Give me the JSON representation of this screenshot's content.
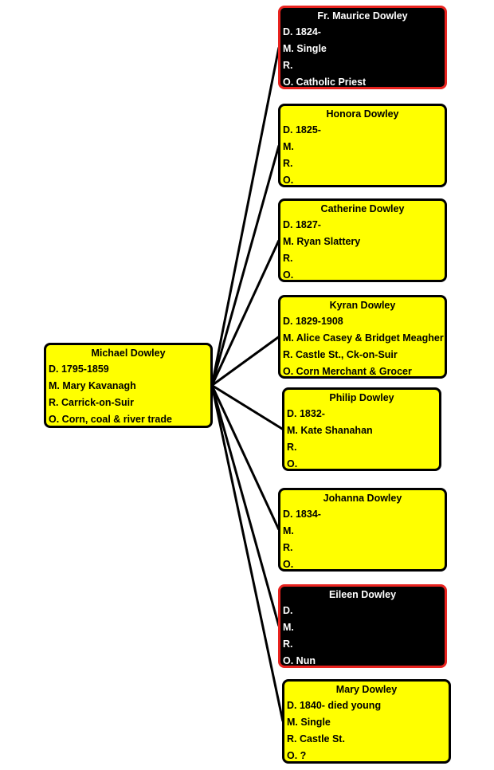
{
  "root": {
    "name": "Michael Dowley",
    "d": "D. 1795-1859",
    "m": "M. Mary Kavanagh",
    "r": "R. Carrick-on-Suir",
    "o": "O. Corn, coal & river trade"
  },
  "children": [
    {
      "name": "Fr. Maurice Dowley",
      "d": "D.  1824-",
      "m": "M. Single",
      "r": "R.",
      "o": "O. Catholic Priest",
      "style": "dark"
    },
    {
      "name": "Honora Dowley",
      "d": "D. 1825-",
      "m": "M.",
      "r": "R.",
      "o": "O.",
      "style": "yellow"
    },
    {
      "name": "Catherine Dowley",
      "d": "D. 1827-",
      "m": "M. Ryan Slattery",
      "r": "R.",
      "o": "O.",
      "style": "yellow"
    },
    {
      "name": "Kyran Dowley",
      "d": "D. 1829-1908",
      "m": "M. Alice Casey & Bridget Meagher",
      "r": "R. Castle St., Ck-on-Suir",
      "o": "O. Corn Merchant & Grocer",
      "style": "yellow"
    },
    {
      "name": "Philip Dowley",
      "d": "D.  1832-",
      "m": "M. Kate Shanahan",
      "r": "R.",
      "o": "O.",
      "style": "yellow"
    },
    {
      "name": "Johanna Dowley",
      "d": "D. 1834-",
      "m": "M.",
      "r": "R.",
      "o": "O.",
      "style": "yellow"
    },
    {
      "name": "Eileen Dowley",
      "d": "D.",
      "m": "M.",
      "r": "R.",
      "o": "O. Nun",
      "style": "dark"
    },
    {
      "name": "Mary Dowley",
      "d": "D. 1840- died young",
      "m": "M. Single",
      "r": "R.  Castle St.",
      "o": "O.  ?",
      "style": "yellow"
    }
  ],
  "colors": {
    "card_fill": "#ffff00",
    "dark_fill": "#000000",
    "dark_border": "#e8231f",
    "border": "#000000",
    "line": "#000000"
  }
}
